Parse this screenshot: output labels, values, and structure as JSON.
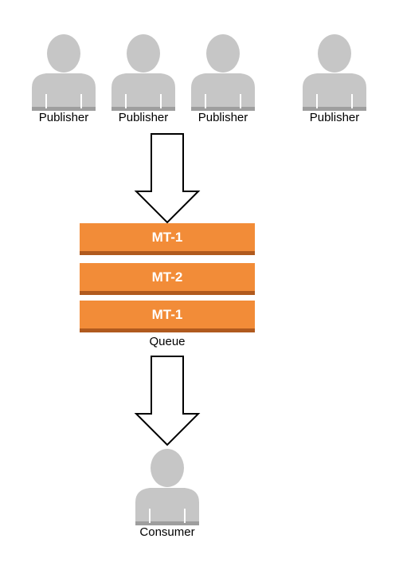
{
  "publishers": [
    {
      "label": "Publisher"
    },
    {
      "label": "Publisher"
    },
    {
      "label": "Publisher"
    },
    {
      "label": "Publisher"
    }
  ],
  "queue": {
    "label": "Queue",
    "items": [
      {
        "label": "MT-1"
      },
      {
        "label": "MT-2"
      },
      {
        "label": "MT-1"
      }
    ]
  },
  "consumer": {
    "label": "Consumer"
  },
  "colors": {
    "person": "#c6c6c6",
    "person_base": "#9e9e9e",
    "queue_fill": "#f28c38",
    "queue_edge": "#b05a1e"
  },
  "icons": [
    "person-icon",
    "down-arrow-icon"
  ]
}
